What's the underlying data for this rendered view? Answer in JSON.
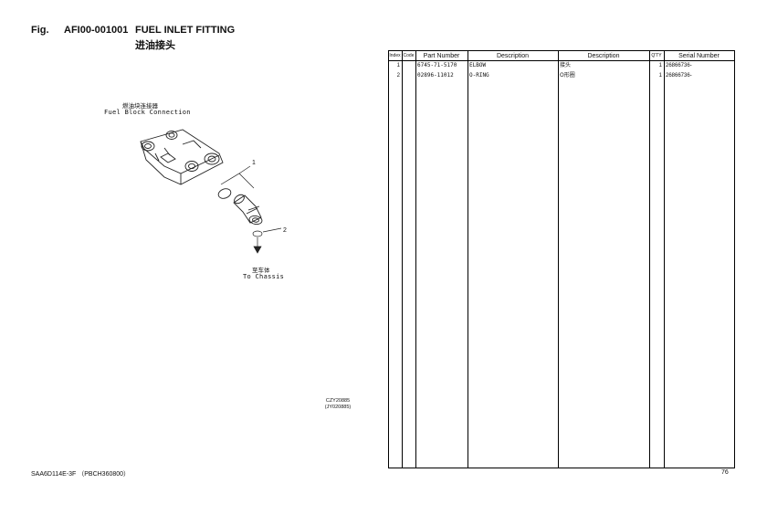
{
  "header": {
    "fig_label": "Fig.",
    "fig_code": "AFI00-001001",
    "title_en": "FUEL INLET FITTING",
    "title_cn": "进油接头"
  },
  "drawing": {
    "label_top_cn": "燃油块连接器",
    "label_top_en": "Fuel Block Connection",
    "callout_1": "1",
    "callout_2": "2",
    "label_bottom_cn": "至车体",
    "label_bottom_en": "To Chassis",
    "ref_1": "CZY20885",
    "ref_2": "(JY020885)"
  },
  "table": {
    "headers": {
      "index": "Index",
      "code": "Code",
      "part_number": "Part Number",
      "description_en": "Description",
      "description_cn": "Description",
      "qty": "Q'TY",
      "serial": "Serial Number"
    },
    "rows": [
      {
        "index": "1",
        "code": "",
        "part_number": "6745-71-5170",
        "desc_en": "ELBOW",
        "desc_cn": "接头",
        "qty": "1",
        "serial": "26866736-"
      },
      {
        "index": "2",
        "code": "",
        "part_number": "02896-11012",
        "desc_en": "O-RING",
        "desc_cn": "O形圈",
        "qty": "1",
        "serial": "26866736-"
      }
    ]
  },
  "footer": {
    "engine": "SAA6D114E-3F （PBCH360800）",
    "page": "76"
  }
}
